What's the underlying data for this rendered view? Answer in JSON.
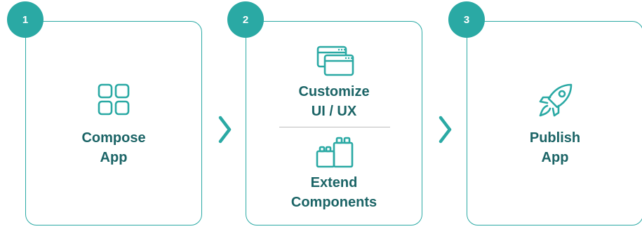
{
  "colors": {
    "accent": "#2aa9a4",
    "label_text": "#1b6466",
    "divider": "#bdbdbd"
  },
  "steps": [
    {
      "number": "1",
      "icon": "grid-icon",
      "label_lines": [
        "Compose",
        "App"
      ]
    },
    {
      "number": "2",
      "sections": [
        {
          "icon": "stacked-windows-icon",
          "label_lines": [
            "Customize",
            "UI / UX"
          ]
        },
        {
          "icon": "building-blocks-icon",
          "label_lines": [
            "Extend",
            "Components"
          ]
        }
      ]
    },
    {
      "number": "3",
      "icon": "rocket-icon",
      "label_lines": [
        "Publish",
        "App"
      ]
    }
  ],
  "connectors": [
    "chevron-right-icon",
    "chevron-right-icon"
  ]
}
